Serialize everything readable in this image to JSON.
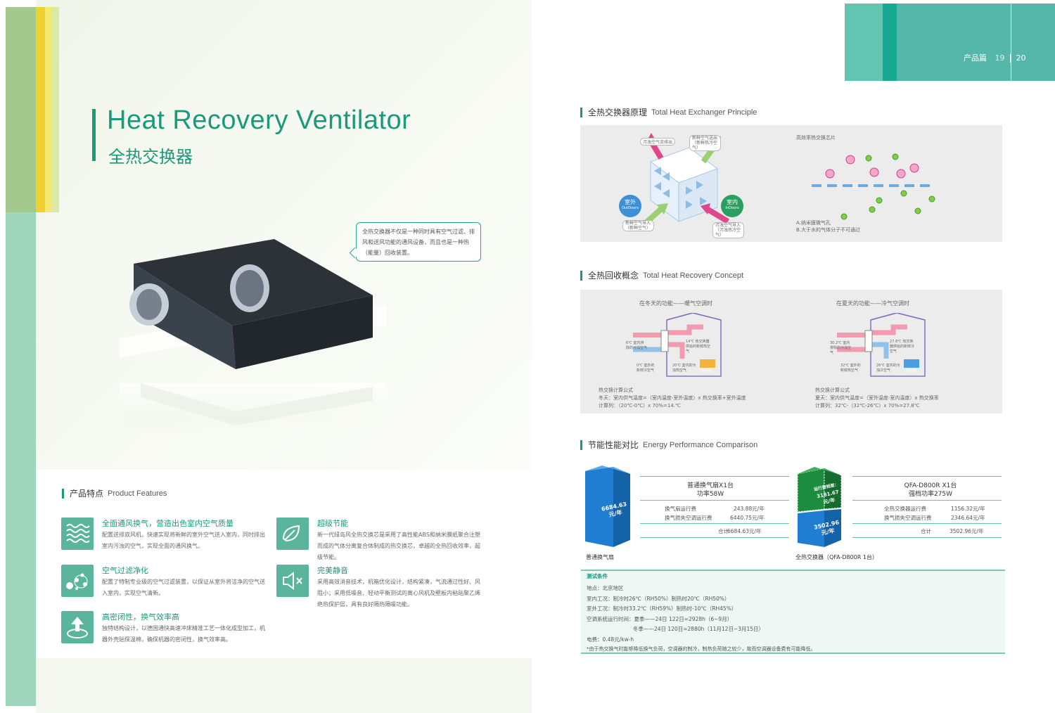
{
  "left": {
    "title_en": "Heat Recovery Ventilator",
    "title_zh": "全热交换器",
    "bubble_text": "全热交换器不仅是一种同时具有空气过滤、排风和送风功能的通风设备，而且也是一种热（能量）回收装置。",
    "features_heading_zh": "产品特点",
    "features_heading_en": "Product Features",
    "features": [
      {
        "title": "全面通风换气，营造出色室内空气质量",
        "desc": "配置送排双风机，快速实现将新鲜的室外空气送入室内，同时排出室内污浊的空气，实现全面的通风换气。",
        "icon": "wave-lines-icon"
      },
      {
        "title": "超级节能",
        "desc": "新一代绿岛风全热交换芯是采用了高性能ABS和纳米膜纸聚合注塑而成的气体分离复合体制成的热交换芯，卓越的全热回收效率，超级节能。",
        "icon": "leaf-icon"
      },
      {
        "title": "空气过滤净化",
        "desc": "配置了特制专业级的空气过滤装置，以保证从室外将洁净的空气送入室内，实现空气清新。",
        "icon": "filter-dots-icon"
      },
      {
        "title": "完美静音",
        "desc": "采用高效消音技术，机箱优化设计，结构紧凑，气流通过性好、风阻小；采用低噪音、轻动平衡测试的离心风机及壁板内粘贴聚乙烯绝热保护层，具有良好隔热隔噪功能。",
        "icon": "speaker-mute-icon"
      },
      {
        "title": "高密闭性，换气效率高",
        "desc": "独特结构设计，以德国通快高速冲床精准工艺一体化成型加工，机器外壳贴保温棉，确保机器的密闭性，换气效率高。",
        "icon": "arrow-up-cycle-icon"
      }
    ],
    "colors": {
      "accent": "#1a9a7a",
      "stripe_green": "#9cc68c",
      "stripe_yellow1": "#f0d23c",
      "stripe_yellow2": "#f3e76a",
      "stripe_lime": "#d6e8a0",
      "side_teal": "#8fd0b4"
    }
  },
  "right": {
    "header": {
      "section": "产品篇",
      "page_left": "19",
      "page_right": "20"
    },
    "principle": {
      "heading_zh": "全热交换器原理",
      "heading_en": "Total Heat Exchanger Principle",
      "outdoor_zh": "室外",
      "outdoor_en": "OutDoors",
      "indoor_zh": "室内",
      "indoor_en": "InDoors",
      "label_top_left": "污浊空气流排出",
      "label_top_right": "新鲜空气送出（新鲜热冷空气）",
      "label_bottom_left": "新鲜空气导入（新鲜空气）",
      "label_bottom_right": "污浊空气导入（污浊热冷空气）",
      "core_title": "高效率热交换芯片",
      "note_a": "A.纳米膜微气孔",
      "note_b": "B.大于水的气体分子不可通过"
    },
    "concept": {
      "heading_zh": "全热回收概念",
      "heading_en": "Total Heat Recovery Concept",
      "winter_title": "在冬天的功能——暖气空调时",
      "summer_title": "在夏天的功能——冷气空调时",
      "winter_labels": [
        "6℃ 室内排除的污浊空气",
        "14℃ 热交换器供给的新鲜热空气",
        "0℃ 室外的新鲜冷空气",
        "20℃ 室内的污浊热空气"
      ],
      "summer_labels": [
        "30.2℃ 室内排除的污浊空气",
        "27.8℃ 热交换器供给的新鲜冷空气",
        "32℃ 室外的新鲜热空气",
        "26℃ 室内的污浊冷空气"
      ],
      "winter_badge": "暖气机",
      "summer_badge": "冷气机",
      "winter_formula_title": "热交换计算公式",
      "winter_formula": "冬天：室内供气温度=（室内温度-室外温度）x 热交换率+室外温度",
      "winter_example": "计算列：（20℃-0℃）x 70%=14.℃",
      "summer_formula_title": "热交换计算公式",
      "summer_formula": "夏天：室内供气温度=（室外温度-室内温度）x 热交换率",
      "summer_example": "计算列：32℃-（32℃-26℃）x 70%=27.8℃"
    },
    "comparison": {
      "heading_zh": "节能性能对比",
      "heading_en": "Energy Performance Comparison",
      "left_cube_value": "6684.63",
      "left_cube_unit": "元/年",
      "left_cube_caption": "普通换气扇",
      "left_title_1": "普通换气扇X1台",
      "left_title_2": "功率58W",
      "left_rows": [
        {
          "label": "换气扇运行费",
          "value": "243.88元/年"
        },
        {
          "label": "换气损失空调运行费",
          "value": "6440.75元/年"
        }
      ],
      "left_total_label": "合计",
      "left_total_value": "6684.63元/年",
      "right_cube_top_label": "运行费相差：",
      "right_cube_top_value": "3181.67",
      "right_cube_top_unit": "元/年",
      "right_cube_bottom_value": "3502.96",
      "right_cube_bottom_unit": "元/年",
      "right_cube_caption": "全热交换器（QFA-D800R 1台）",
      "right_title_1": "QFA-D800R X1台",
      "right_title_2": "强档功率275W",
      "right_rows": [
        {
          "label": "全热交换器运行费",
          "value": "1156.32元/年"
        },
        {
          "label": "换气损失空调运行费",
          "value": "2346.64元/年"
        }
      ],
      "right_total_label": "合计",
      "right_total_value": "3502.96元/年"
    },
    "conditions": {
      "title": "测试条件",
      "lines": [
        "地点：北京地区",
        "室内工况：制冷时26℃（RH50%）制热时20℃（RH50%）",
        "室外工况：制冷时33.2℃（RH59%）制热时-10℃（RH45%）",
        "空调系统运行时间：夏季——24日 122日=2928h（6~9月）",
        "冬季——24日 120日=2880h（11月12日~3月15日）",
        "电费：0.48元/kw-h",
        "*由于热交换气时能够降低换气负荷，空调器的制冷，制热负荷随之较少，故而空调器设备费有可能降低。"
      ]
    },
    "colors": {
      "tab_teal1": "#5fc4b0",
      "tab_teal2": "#18a892",
      "tab_teal3": "#4db3a6",
      "cube_blue": "#1f7fd0",
      "cube_green": "#1a8a3c"
    }
  }
}
